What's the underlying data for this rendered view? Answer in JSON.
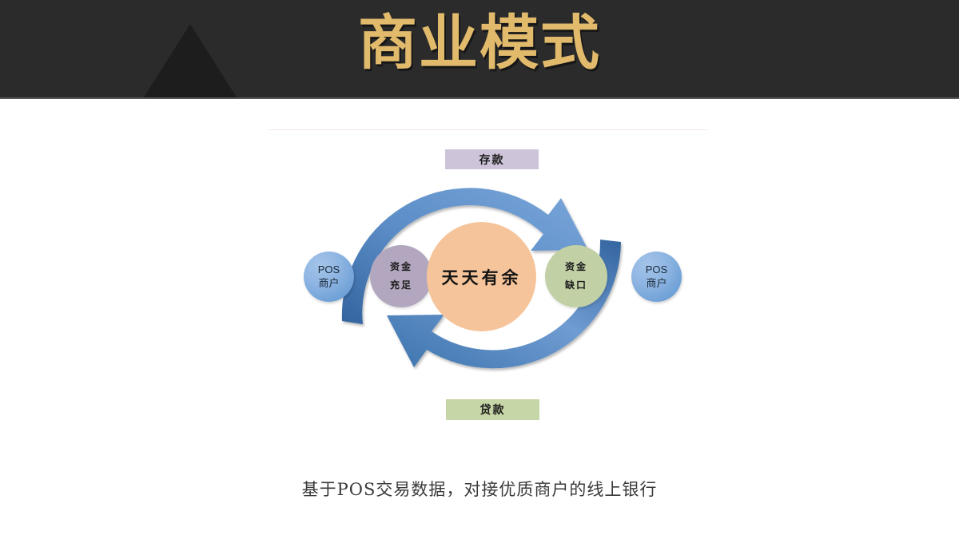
{
  "header": {
    "title": "商业模式",
    "title_color": "#e2ba6c",
    "background_color": "#2b2b2b",
    "triangle_color": "#1d1d1d"
  },
  "diagram": {
    "top_label": {
      "text": "存款",
      "color": "#cdc4da"
    },
    "bottom_label": {
      "text": "贷款",
      "color": "#c7d6a7"
    },
    "nodes": [
      {
        "id": "pos-merchant-left",
        "line1": "POS",
        "line2": "商户",
        "color": "#8db4e2"
      },
      {
        "id": "funds-sufficient",
        "line1": "资金",
        "line2": "充足",
        "color": "#b2a7be"
      },
      {
        "id": "center",
        "line1": "天天有余",
        "line2": "",
        "color": "#f6c49a"
      },
      {
        "id": "funds-gap",
        "line1": "资金",
        "line2": "缺口",
        "color": "#c2d0a6"
      },
      {
        "id": "pos-merchant-right",
        "line1": "POS",
        "line2": "商户",
        "color": "#8db4e2"
      }
    ],
    "arrows": [
      {
        "id": "deposit-arrow",
        "direction": "clockwise-top",
        "color": "#4a7fc1"
      },
      {
        "id": "loan-arrow",
        "direction": "clockwise-bottom",
        "color": "#4a7fc1"
      }
    ]
  },
  "caption": {
    "text": "基于POS交易数据，对接优质商户的线上银行"
  }
}
